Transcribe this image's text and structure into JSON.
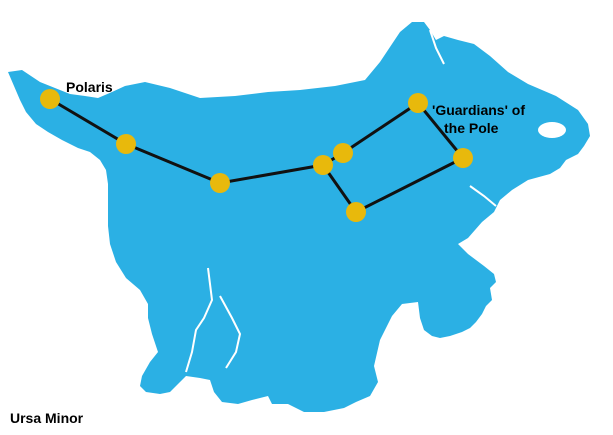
{
  "colors": {
    "bear_fill": "#2bb0e4",
    "star_fill": "#e8b90c",
    "line": "#111111",
    "background": "#ffffff"
  },
  "labels": {
    "polaris": "Polaris",
    "guardians_line1": "'Guardians' of",
    "guardians_line2": "the Pole",
    "constellation": "Ursa Minor"
  },
  "stars": [
    "Polaris",
    "star-2",
    "star-3",
    "star-4",
    "star-5",
    "star-6",
    "star-7"
  ]
}
